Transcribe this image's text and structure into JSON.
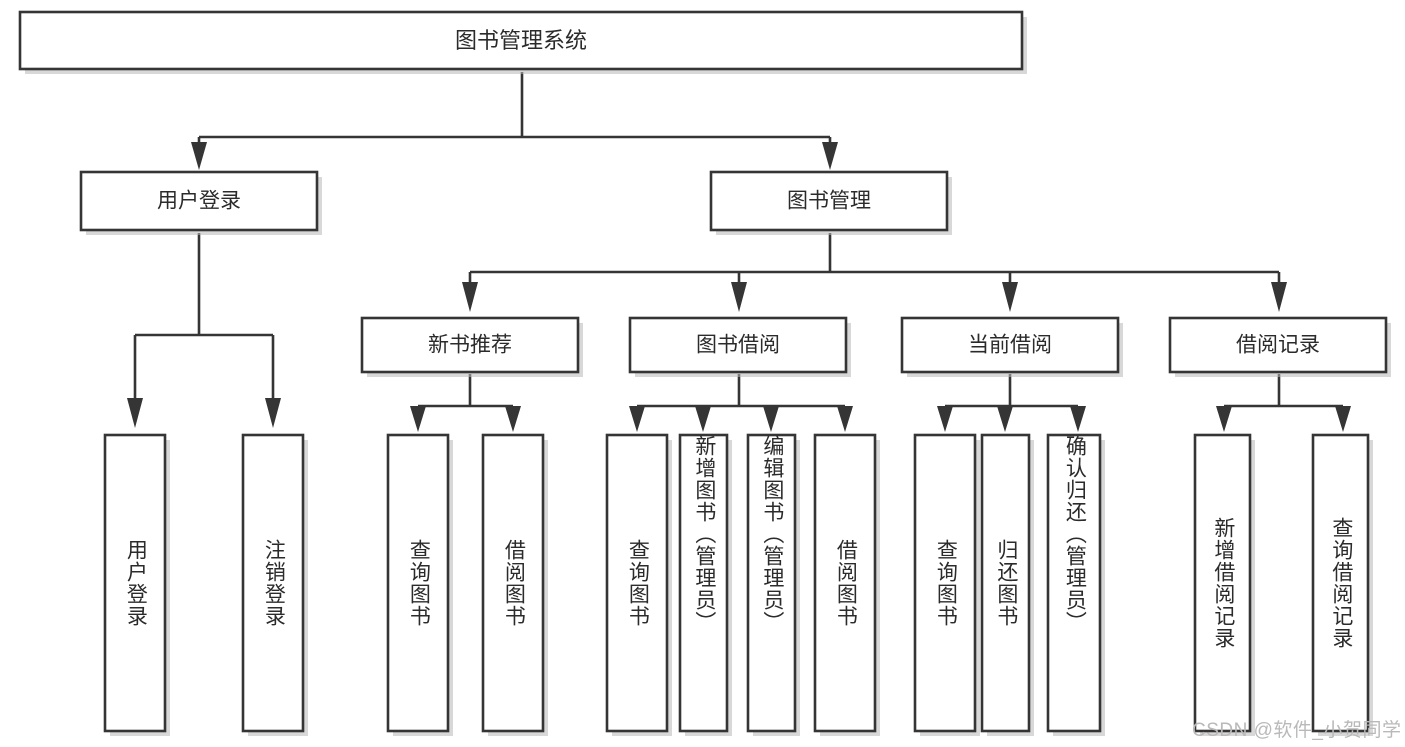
{
  "diagram": {
    "type": "tree-hierarchy-chart",
    "title": "图书管理系统",
    "root": {
      "label": "图书管理系统",
      "level": 0
    },
    "level1": [
      {
        "id": "user-login",
        "label": "用户登录"
      },
      {
        "id": "book-manage",
        "label": "图书管理"
      }
    ],
    "level2": [
      {
        "id": "new-book-recommend",
        "label": "新书推荐",
        "parent": "book-manage"
      },
      {
        "id": "book-borrow",
        "label": "图书借阅",
        "parent": "book-manage"
      },
      {
        "id": "current-borrow",
        "label": "当前借阅",
        "parent": "book-manage"
      },
      {
        "id": "borrow-record",
        "label": "借阅记录",
        "parent": "book-manage"
      }
    ],
    "leaves": [
      {
        "id": "leaf-user-login",
        "label": "用户登录",
        "parent": "user-login"
      },
      {
        "id": "leaf-logout",
        "label": "注销登录",
        "parent": "user-login"
      },
      {
        "id": "leaf-query-book-1",
        "label": "查询图书",
        "parent": "new-book-recommend"
      },
      {
        "id": "leaf-borrow-book-1",
        "label": "借阅图书",
        "parent": "new-book-recommend"
      },
      {
        "id": "leaf-query-book-2",
        "label": "查询图书",
        "parent": "book-borrow"
      },
      {
        "id": "leaf-add-book",
        "label": "新增图书（管理员）",
        "parent": "book-borrow"
      },
      {
        "id": "leaf-edit-book",
        "label": "编辑图书（管理员）",
        "parent": "book-borrow"
      },
      {
        "id": "leaf-borrow-book-2",
        "label": "借阅图书",
        "parent": "book-borrow"
      },
      {
        "id": "leaf-query-book-3",
        "label": "查询图书",
        "parent": "current-borrow"
      },
      {
        "id": "leaf-return-book",
        "label": "归还图书",
        "parent": "current-borrow"
      },
      {
        "id": "leaf-confirm-return",
        "label": "确认归还（管理员）",
        "parent": "current-borrow"
      },
      {
        "id": "leaf-add-record",
        "label": "新增借阅记录",
        "parent": "borrow-record"
      },
      {
        "id": "leaf-query-record",
        "label": "查询借阅记录",
        "parent": "borrow-record"
      }
    ],
    "colors": {
      "box_fill": "#ffffff",
      "box_stroke": "#353535",
      "text": "#2b2b2b",
      "background": "#ffffff",
      "watermark": "#b9b9b9"
    }
  },
  "watermark": {
    "text": "CSDN @软件_小贺同学"
  }
}
